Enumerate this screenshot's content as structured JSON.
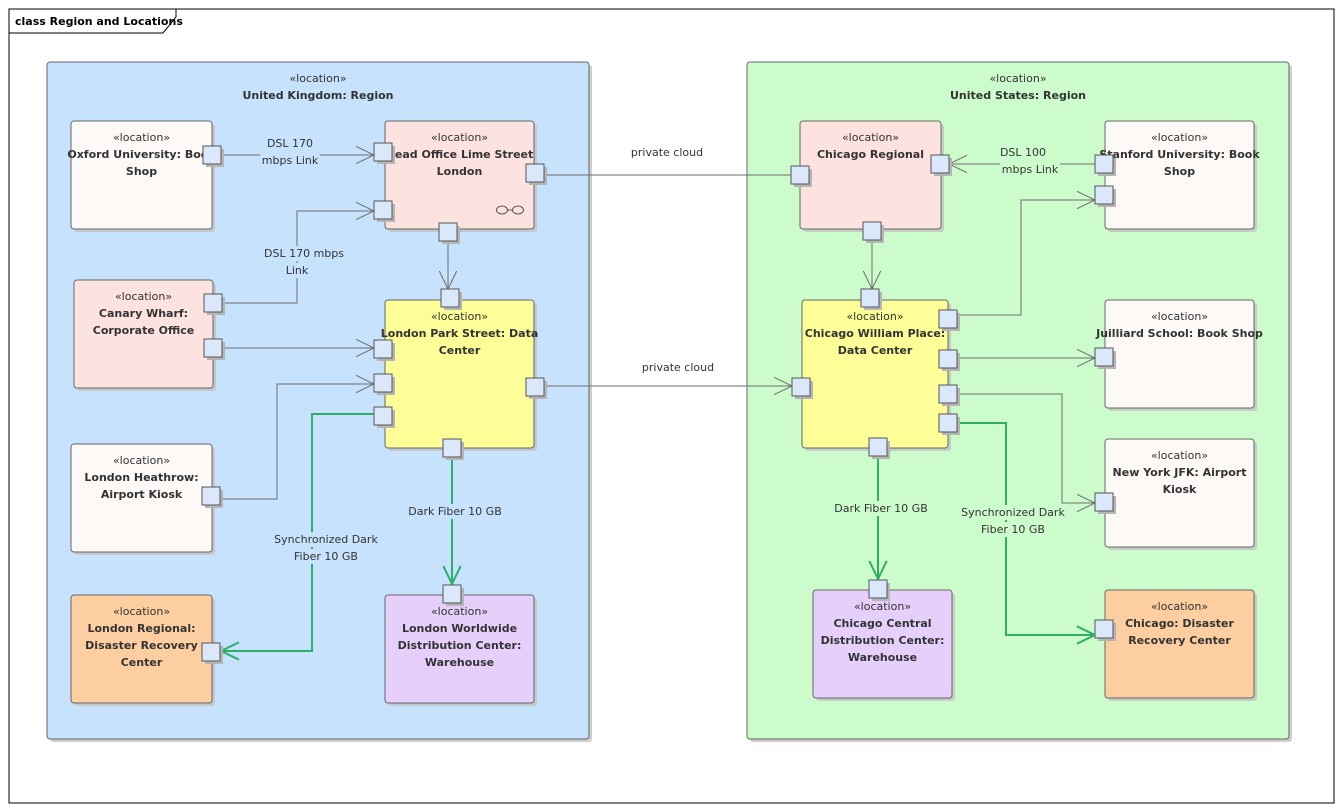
{
  "frame": {
    "title": "class Region and Locations"
  },
  "stereotype": "«location»",
  "colors": {
    "uk_region": "#c6e2fc",
    "us_region": "#ccfccc",
    "pink": "#fde3e0",
    "white": "#fdf9f6",
    "yellow": "#fefe99",
    "orange": "#fdcfa0",
    "purple": "#e6cffb",
    "port": "#dbe8fb",
    "connector": "#6e6e6e",
    "fiber": "#2fae6a"
  },
  "regions": [
    {
      "id": "uk",
      "stereotype": "«location»",
      "name": "United Kingdom: Region"
    },
    {
      "id": "us",
      "stereotype": "«location»",
      "name": "United States: Region"
    }
  ],
  "nodes": [
    {
      "id": "oxford",
      "stereotype": "«location»",
      "lines": [
        "Oxford University: Book",
        "Shop"
      ],
      "fill": "white"
    },
    {
      "id": "headoffice",
      "stereotype": "«location»",
      "lines": [
        "Head Office Lime Street",
        "London"
      ],
      "fill": "pink",
      "icon": "composite-icon"
    },
    {
      "id": "canary",
      "stereotype": "«location»",
      "lines": [
        "Canary Wharf:",
        "Corporate Office"
      ],
      "fill": "pink"
    },
    {
      "id": "parkstreet",
      "stereotype": "«location»",
      "lines": [
        "London Park Street: Data",
        "Center"
      ],
      "fill": "yellow"
    },
    {
      "id": "heathrow",
      "stereotype": "«location»",
      "lines": [
        "London Heathrow:",
        "Airport Kiosk"
      ],
      "fill": "white"
    },
    {
      "id": "londonregional",
      "stereotype": "«location»",
      "lines": [
        "London Regional:",
        "Disaster Recovery",
        "Center"
      ],
      "fill": "orange"
    },
    {
      "id": "londonwarehouse",
      "stereotype": "«location»",
      "lines": [
        "London Worldwide",
        "Distribution Center:",
        "Warehouse"
      ],
      "fill": "purple"
    },
    {
      "id": "chicagoregional",
      "stereotype": "«location»",
      "lines": [
        "Chicago Regional"
      ],
      "fill": "pink"
    },
    {
      "id": "stanford",
      "stereotype": "«location»",
      "lines": [
        "Stanford University: Book",
        "Shop"
      ],
      "fill": "white"
    },
    {
      "id": "williamplace",
      "stereotype": "«location»",
      "lines": [
        "Chicago William Place:",
        "Data Center"
      ],
      "fill": "yellow"
    },
    {
      "id": "juilliard",
      "stereotype": "«location»",
      "lines": [
        "Juilliard School: Book Shop"
      ],
      "fill": "white"
    },
    {
      "id": "jfk",
      "stereotype": "«location»",
      "lines": [
        "New York JFK: Airport",
        "Kiosk"
      ],
      "fill": "white"
    },
    {
      "id": "chicagowarehouse",
      "stereotype": "«location»",
      "lines": [
        "Chicago Central",
        "Distribution Center:",
        "Warehouse"
      ],
      "fill": "purple"
    },
    {
      "id": "chicagodr",
      "stereotype": "«location»",
      "lines": [
        "Chicago: Disaster",
        "Recovery Center"
      ],
      "fill": "orange"
    }
  ],
  "connectors": [
    {
      "id": "oxford-headoffice",
      "label": [
        "DSL 170",
        "mbps Link"
      ],
      "style": "link"
    },
    {
      "id": "canary-headoffice",
      "label": [
        "DSL 170 mbps",
        "Link"
      ],
      "style": "link"
    },
    {
      "id": "headoffice-parkstreet",
      "label": [],
      "style": "link"
    },
    {
      "id": "canary-parkstreet",
      "label": [],
      "style": "link"
    },
    {
      "id": "heathrow-parkstreet",
      "label": [],
      "style": "link"
    },
    {
      "id": "parkstreet-londonregional",
      "label": [
        "Synchronized Dark",
        "Fiber 10 GB"
      ],
      "style": "fiber"
    },
    {
      "id": "parkstreet-londonwarehouse",
      "label": [
        "Dark Fiber 10 GB"
      ],
      "style": "fiber"
    },
    {
      "id": "headoffice-chicagoregional",
      "label": [
        "private cloud"
      ],
      "style": "link"
    },
    {
      "id": "parkstreet-williamplace",
      "label": [
        "private cloud"
      ],
      "style": "link"
    },
    {
      "id": "stanford-chicagoregional",
      "label": [
        "DSL 100",
        "mbps Link"
      ],
      "style": "link"
    },
    {
      "id": "chicagoregional-williamplace",
      "label": [],
      "style": "link"
    },
    {
      "id": "williamplace-stanford",
      "label": [],
      "style": "link"
    },
    {
      "id": "williamplace-juilliard",
      "label": [],
      "style": "link"
    },
    {
      "id": "williamplace-jfk",
      "label": [],
      "style": "link"
    },
    {
      "id": "williamplace-chicagowarehouse",
      "label": [
        "Dark Fiber 10 GB"
      ],
      "style": "fiber"
    },
    {
      "id": "williamplace-chicagodr",
      "label": [
        "Synchronized Dark",
        "Fiber 10 GB"
      ],
      "style": "fiber"
    }
  ]
}
